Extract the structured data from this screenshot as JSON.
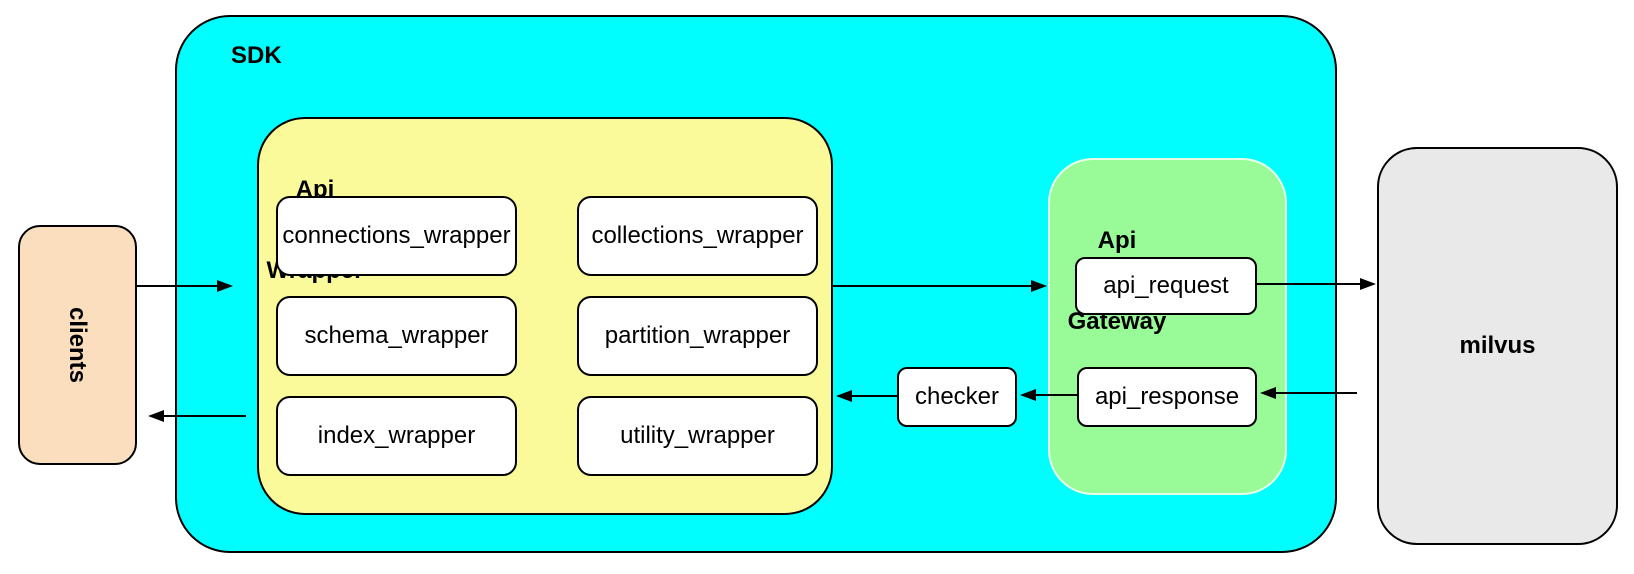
{
  "colors": {
    "sdk_fill": "#00FEFE",
    "wrapper_fill": "#FAFA9B",
    "gateway_fill": "#99FB98",
    "clients_fill": "#FADEBD",
    "milvus_fill": "#E9E9E9",
    "box_fill": "#FFFFFF",
    "stroke": "#000000"
  },
  "clients": {
    "label": "clients"
  },
  "sdk": {
    "label": "SDK",
    "api_wrapper": {
      "label_lines": [
        "Api",
        "Wrapper"
      ],
      "modules": [
        {
          "label": "connections_wrapper"
        },
        {
          "label": "collections_wrapper"
        },
        {
          "label": "schema_wrapper"
        },
        {
          "label": "partition_wrapper"
        },
        {
          "label": "index_wrapper"
        },
        {
          "label": "utility_wrapper"
        }
      ]
    },
    "checker": {
      "label": "checker"
    },
    "api_gateway": {
      "label_lines": [
        "Api",
        "Gateway"
      ],
      "boxes": [
        {
          "label": "api_request"
        },
        {
          "label": "api_response"
        }
      ]
    }
  },
  "milvus": {
    "label": "milvus"
  }
}
